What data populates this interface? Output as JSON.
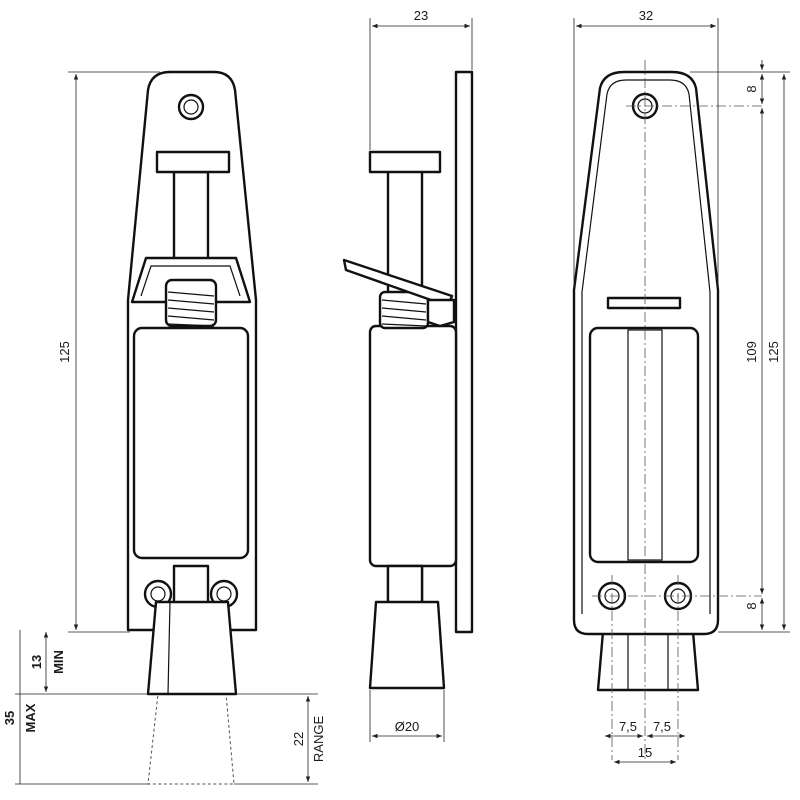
{
  "front_view": {
    "dim_height": "125",
    "dim_min_value": "13",
    "dim_min_label": "MIN",
    "dim_max_value": "35",
    "dim_max_label": "MAX",
    "dim_range_value": "22",
    "dim_range_label": "RANGE"
  },
  "side_view": {
    "dim_depth": "23",
    "dim_diameter": "Ø20"
  },
  "back_view": {
    "dim_width": "32",
    "dim_top_hole": "8",
    "dim_hole_spacing": "109",
    "dim_height": "125",
    "dim_bottom_hole": "8",
    "dim_half_left": "7,5",
    "dim_half_right": "7,5",
    "dim_hole_pitch": "15"
  },
  "colors": {
    "line": "#111111",
    "dimension": "#222222",
    "background": "#ffffff"
  }
}
